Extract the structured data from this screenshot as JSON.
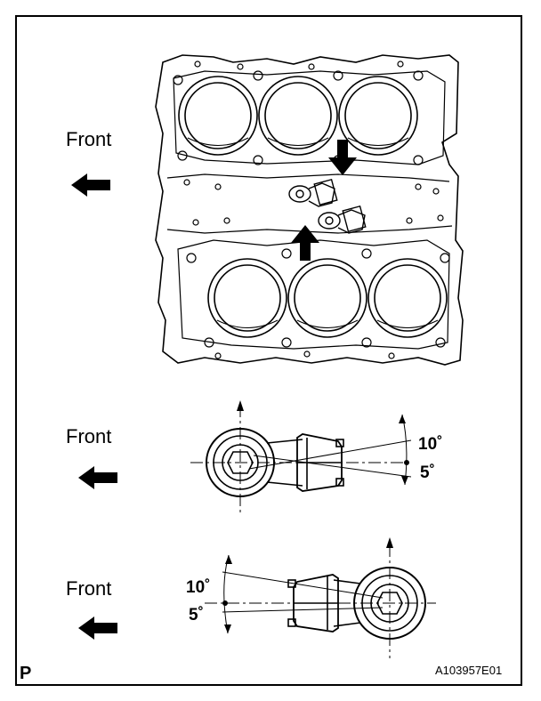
{
  "labels": {
    "front_1": "Front",
    "front_2": "Front",
    "front_3": "Front",
    "angle_top_upper": "10˚",
    "angle_top_lower": "5˚",
    "angle_bottom_upper": "10˚",
    "angle_bottom_lower": "5˚",
    "figure_code": "A103957E01",
    "corner_mark": "P"
  }
}
